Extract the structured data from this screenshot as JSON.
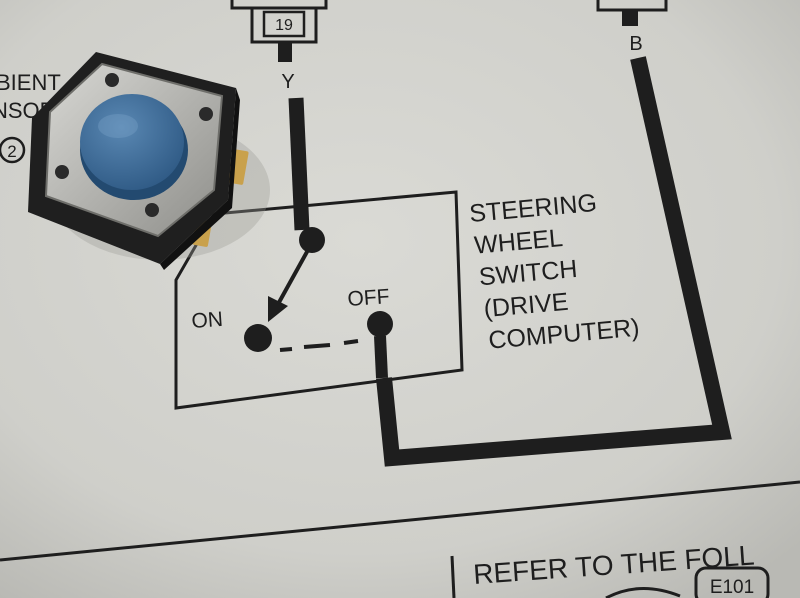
{
  "diagram": {
    "connector_number": "19",
    "wire_left_color": "Y",
    "wire_right_color": "B",
    "sensor_label_line1": "BIENT",
    "sensor_label_line2": "NSOR",
    "sensor_pin": "2",
    "switch_position_on": "ON",
    "switch_position_off": "OFF",
    "switch_title_line1": "STEERING",
    "switch_title_line2": "WHEEL",
    "switch_title_line3": "SWITCH",
    "switch_title_line4": "(DRIVE",
    "switch_title_line5": "COMPUTER)",
    "footer_note": "REFER TO THE FOLL",
    "connector_code": "E101"
  },
  "colors": {
    "paper": "#d4d4cf",
    "ink": "#1e1e1e",
    "button_cap": "#3f6f9c",
    "button_body": "#1f1f1f",
    "button_plate": "#b8b8b4",
    "button_pins": "#c9a14c"
  },
  "objects": {
    "photo_subject": "tactile-push-button"
  }
}
